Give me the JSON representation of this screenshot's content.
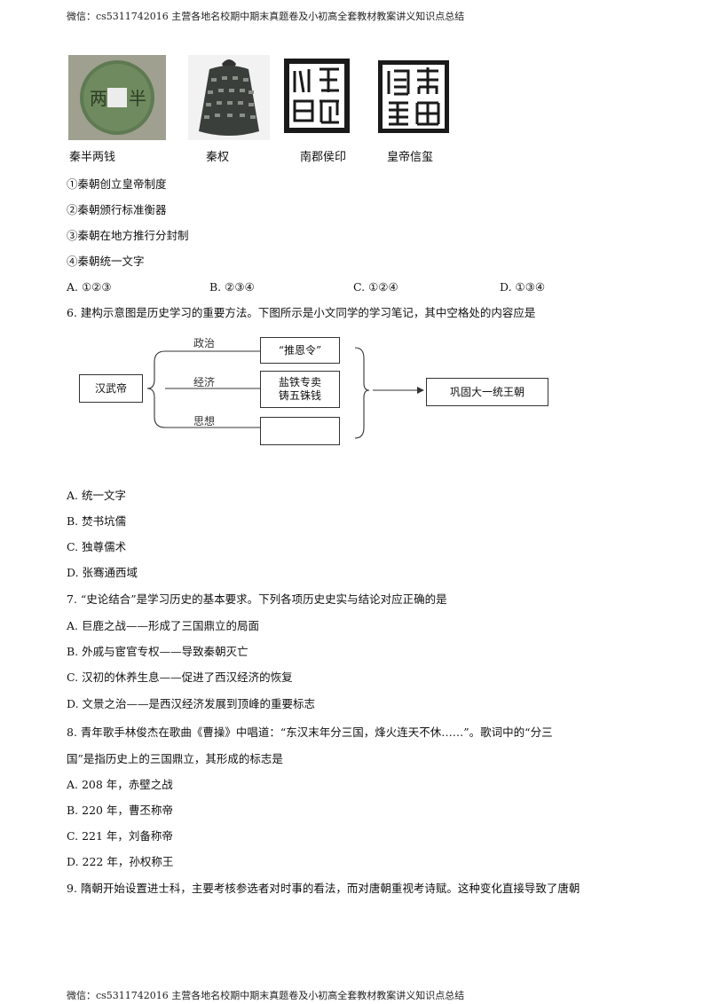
{
  "header": "微信：cs5311742016  主营各地名校期中期末真题卷及小初高全套教材教案讲义知识点总结",
  "footer": "微信：cs5311742016  主营各地名校期中期末真题卷及小初高全套教材教案讲义知识点总结",
  "images": [
    {
      "caption": "秦半两钱",
      "icon": "coin-image",
      "coin_left": "两",
      "coin_right": "半"
    },
    {
      "caption": "秦权",
      "icon": "weight-image"
    },
    {
      "caption": "南郡侯印",
      "icon": "seal-image",
      "seal_text": "南郡侯印"
    },
    {
      "caption": "皇帝信玺",
      "icon": "seal-image",
      "seal_text": "皇帝信玺"
    }
  ],
  "q5": {
    "statements": [
      "①秦朝创立皇帝制度",
      "②秦朝颁行标准衡器",
      "③秦朝在地方推行分封制",
      "④秦朝统一文字"
    ],
    "options": [
      "A. ①②③",
      "B. ②③④",
      "C. ①②④",
      "D. ①③④"
    ]
  },
  "q6": {
    "stem": "6. 建构示意图是历史学习的重要方法。下图所示是小文同学的学习笔记，其中空格处的内容应是",
    "diagram": {
      "root": "汉武帝",
      "branch_labels": [
        "政治",
        "经济",
        "思想"
      ],
      "box1": "“推恩令”",
      "box2_line1": "盐铁专卖",
      "box2_line2": "铸五铢钱",
      "box3": "",
      "result": "巩固大一统王朝"
    },
    "options": [
      "A. 统一文字",
      "B. 焚书坑儒",
      "C. 独尊儒术",
      "D. 张骞通西域"
    ]
  },
  "q7": {
    "stem": "7. “史论结合”是学习历史的基本要求。下列各项历史史实与结论对应正确的是",
    "options": [
      "A. 巨鹿之战——形成了三国鼎立的局面",
      "B. 外戚与宦官专权——导致秦朝灭亡",
      "C. 汉初的休养生息——促进了西汉经济的恢复",
      "D. 文景之治——是西汉经济发展到顶峰的重要标志"
    ]
  },
  "q8": {
    "stem_line1": "8. 青年歌手林俊杰在歌曲《曹操》中唱道：“东汉末年分三国，烽火连天不休……”。歌词中的“分三",
    "stem_line2": "国”是指历史上的三国鼎立，其形成的标志是",
    "options": [
      "A. 208 年，赤壁之战",
      "B. 220 年，曹丕称帝",
      "C. 221 年，刘备称帝",
      "D. 222 年，孙权称王"
    ]
  },
  "q9": {
    "stem": "9. 隋朝开始设置进士科，主要考核参选者对时事的看法，而对唐朝重视考诗赋。这种变化直接导致了唐朝"
  }
}
